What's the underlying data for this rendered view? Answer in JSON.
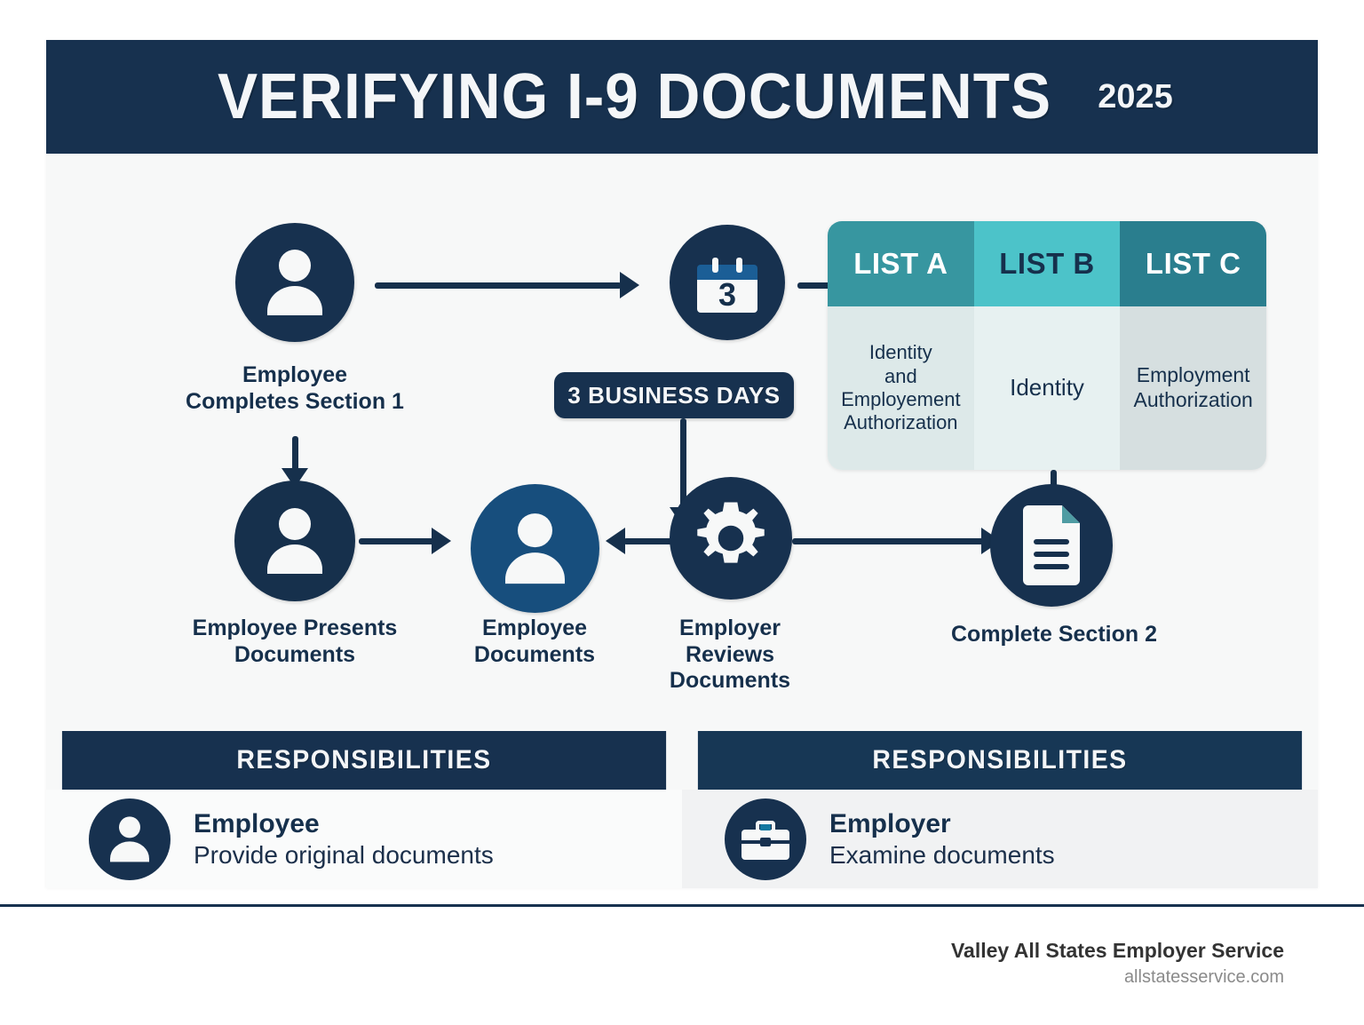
{
  "header": {
    "title": "VERIFYING I-9 DOCUMENTS",
    "year": "2025",
    "bg_color": "#17314f",
    "text_color": "#f4f6f8"
  },
  "flow": {
    "nodes": [
      {
        "id": "employee-section1",
        "icon": "person-icon",
        "label": "Employee\nCompletes Section 1"
      },
      {
        "id": "three-days",
        "icon": "calendar-icon",
        "label": "",
        "calendar_number": "3"
      },
      {
        "id": "employee-presents",
        "icon": "person-icon",
        "label": "Employee Presents\nDocuments"
      },
      {
        "id": "employee-docs",
        "icon": "person-icon",
        "label": "Employee\nDocuments"
      },
      {
        "id": "employer-reviews",
        "icon": "gear-icon",
        "label": "Employer\nReviews\nDocuments"
      },
      {
        "id": "complete-section2",
        "icon": "document-icon",
        "label": "Complete Section 2"
      }
    ],
    "badge": {
      "label": "3 BUSINESS DAYS",
      "bg_color": "#17314f",
      "text_color": "#f4f6f8"
    }
  },
  "lists": {
    "columns": [
      {
        "name": "LIST A",
        "head_bg": "#3796a0",
        "head_fg": "#ffffff",
        "body_bg": "#dde9e9",
        "body": "Identity\nand\nEmployement\nAuthorization",
        "body_size": "22px"
      },
      {
        "name": "LIST B",
        "head_bg": "#4cc3c9",
        "head_fg": "#16304c",
        "body_bg": "#e7f1f1",
        "body": "Identity",
        "body_size": "26px"
      },
      {
        "name": "LIST C",
        "head_bg": "#2a7e8e",
        "head_fg": "#ffffff",
        "body_bg": "#d6dfe0",
        "body": "Employment\nAuthorization",
        "body_size": "23px"
      }
    ]
  },
  "responsibilities": {
    "left": {
      "heading": "RESPONSIBILITIES",
      "icon": "person-icon",
      "role": "Employee",
      "description": "Provide original documents"
    },
    "right": {
      "heading": "RESPONSIBILITIES",
      "icon": "briefcase-icon",
      "role": "Employer",
      "description": "Examine documents"
    }
  },
  "footer": {
    "brand": "Valley All States Employer Service",
    "url": "allstatesservice.com"
  },
  "palette": {
    "navy": "#17314f",
    "deep_navy": "#16304c",
    "mid_blue": "#174e7d",
    "teal": "#3796a0",
    "card_bg": "#f7f8f8"
  }
}
